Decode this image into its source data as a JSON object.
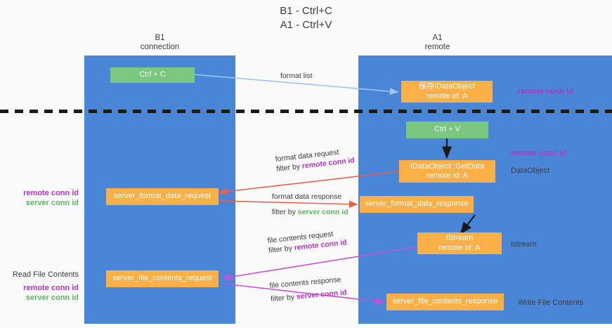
{
  "title": {
    "line1": "B1 - Ctrl+C",
    "line2": "A1 - Ctrl+V"
  },
  "columns": {
    "left": {
      "name": "B1",
      "role": "connection"
    },
    "right": {
      "name": "A1",
      "role": "remote"
    }
  },
  "colors": {
    "lane": "#4a86d8",
    "green_node": "#7ac77f",
    "orange_node": "#fbb047",
    "remote_conn_id": "#b335c6",
    "server_conn_id": "#5cb860",
    "arrow_blue": "#9cc6ea",
    "arrow_red": "#e8614d",
    "arrow_magenta": "#c454d4",
    "arrow_black": "#1a1a1a",
    "separator": "#1a1a1a"
  },
  "nodes": {
    "ctrl_c": {
      "label": "Ctrl + C"
    },
    "save_dataobject": {
      "line1": "保存IDataObject",
      "line2": "remote id: A"
    },
    "ctrl_v": {
      "label": "Ctrl + V"
    },
    "getdata": {
      "line1": "IDataObject::GetData",
      "line2": "remote id: A"
    },
    "format_data_request": {
      "label": "server_format_data_request"
    },
    "format_data_response": {
      "label": "server_format_data_response"
    },
    "istream": {
      "line1": "IStream",
      "line2": "remote id: A"
    },
    "file_contents_request": {
      "label": "server_file_contents_request"
    },
    "file_contents_response": {
      "label": "server_file_contents_response"
    }
  },
  "edges": {
    "format_list": {
      "text": "format list"
    },
    "format_data_request": {
      "text": "format data request",
      "filter_prefix": "filter by ",
      "filter_key": "remote conn id"
    },
    "format_data_response": {
      "text": "format data response",
      "filter_prefix": "filter by ",
      "filter_key": "server conn id"
    },
    "file_contents_request": {
      "text": "file contents request",
      "filter_prefix": "filter by ",
      "filter_key": "remote conn id"
    },
    "file_contents_response": {
      "text": "file contents response",
      "filter_prefix": "filter by ",
      "filter_key": "server conn id"
    }
  },
  "annotations": {
    "right_top_remote_conn_id": "remote conn id",
    "right_mid_remote_conn_id": "remote conn id",
    "right_dataobject": "DataObject",
    "right_istream": "Istream",
    "right_write_file_contents": "Write File Contents",
    "left_remote_conn_id": "remote conn id",
    "left_server_conn_id": "server conn id",
    "left_read_file_contents": "Read File Contents",
    "left_bottom_remote_conn_id": "remote conn id",
    "left_bottom_server_conn_id": "server conn id"
  }
}
